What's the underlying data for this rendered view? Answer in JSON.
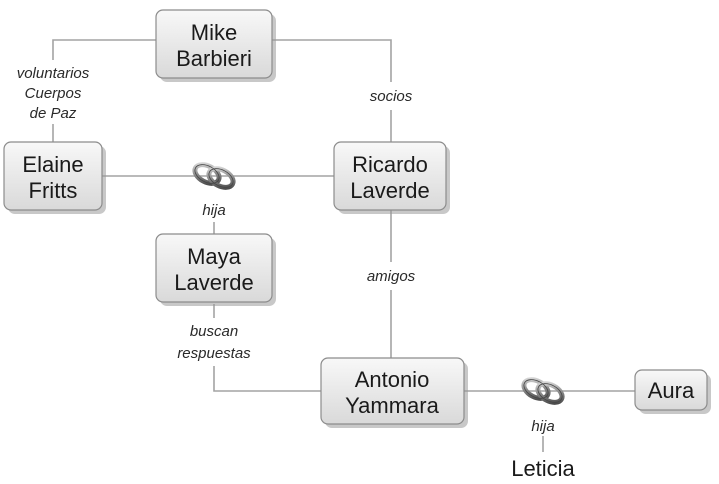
{
  "nodes": {
    "mike": [
      "Mike",
      "Barbieri"
    ],
    "elaine": [
      "Elaine",
      "Fritts"
    ],
    "ricardo": [
      "Ricardo",
      "Laverde"
    ],
    "maya": [
      "Maya",
      "Laverde"
    ],
    "antonio": [
      "Antonio",
      "Yammara"
    ],
    "aura": [
      "Aura"
    ],
    "leticia": [
      "Leticia"
    ]
  },
  "relations": {
    "voluntarios": [
      "voluntarios",
      "Cuerpos",
      "de Paz"
    ],
    "socios": [
      "socios"
    ],
    "hija_maya": [
      "hija"
    ],
    "amigos": [
      "amigos"
    ],
    "buscan": [
      "buscan",
      "respuestas"
    ],
    "hija_leticia": [
      "hija"
    ]
  },
  "icons": {
    "marriage": "wedding-rings-icon"
  },
  "colors": {
    "box_fill_top": "#f7f7f7",
    "box_fill_bottom": "#dcdcdc",
    "box_border": "#8c8c8c",
    "edge": "#a3a3a3",
    "text": "#1a1a1a"
  }
}
